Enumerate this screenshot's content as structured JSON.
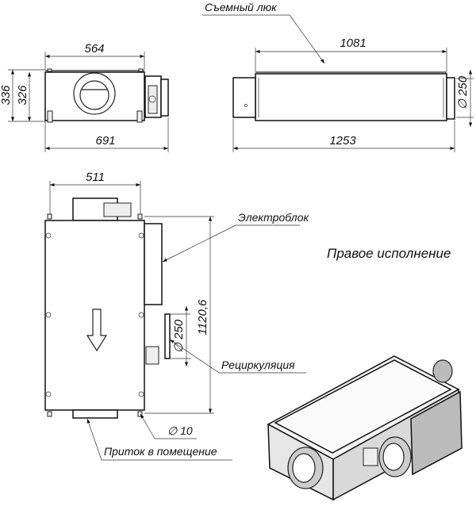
{
  "labels": {
    "removable_hatch": "Съемный люк",
    "electro_block": "Электроблок",
    "recirculation": "Рециркуляция",
    "hole_diameter": "∅ 10",
    "supply_to_room": "Приток в помещение",
    "configuration": "Правое исполнение"
  },
  "dimensions": {
    "front_width": "564",
    "front_total_width": "691",
    "front_height_outer": "336",
    "front_height_inner": "326",
    "side_length": "1081",
    "side_total_length": "1253",
    "side_duct_diameter": "∅ 250",
    "plan_width": "511",
    "plan_length": "1120,6",
    "plan_duct_diameter": "∅ 250"
  }
}
